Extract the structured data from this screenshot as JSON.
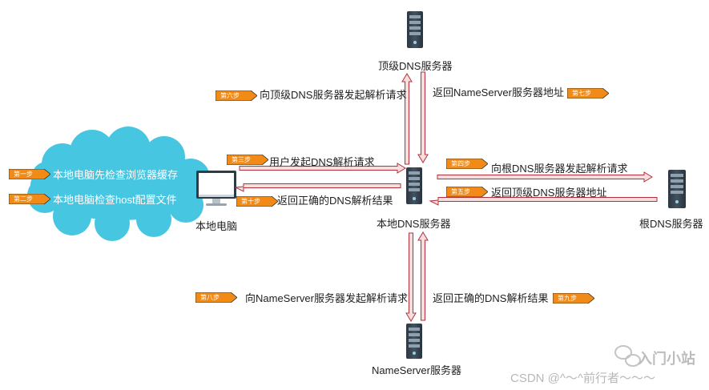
{
  "nodes": {
    "top_dns": "顶级DNS服务器",
    "local_dns": "本地DNS服务器",
    "root_dns": "根DNS服务器",
    "nameserver": "NameServer服务器",
    "local_pc": "本地电脑"
  },
  "cloud": {
    "line1": "本地电脑先检查浏览器缓存",
    "line2": "本地电脑检查host配置文件"
  },
  "steps": {
    "s1": {
      "badge": "第一步"
    },
    "s2": {
      "badge": "第二步"
    },
    "s3": {
      "badge": "第三步",
      "text": "用户发起DNS解析请求"
    },
    "s4": {
      "badge": "第四步",
      "text": "向根DNS服务器发起解析请求"
    },
    "s5": {
      "badge": "第五步",
      "text": "返回顶级DNS服务器地址"
    },
    "s6": {
      "badge": "第六步",
      "text": "向顶级DNS服务器发起解析请求"
    },
    "s7": {
      "badge": "第七步",
      "text": "返回NameServer服务器地址"
    },
    "s8": {
      "badge": "第八步",
      "text": "向NameServer服务器发起解析请求"
    },
    "s9": {
      "badge": "第九步",
      "text": "返回正确的DNS解析结果"
    },
    "s10": {
      "badge": "第十步",
      "text": "返回正确的DNS解析结果"
    }
  },
  "watermark": {
    "brand": "入门小站",
    "csdn": "CSDN @^～^前行者～～～"
  },
  "colors": {
    "arrow_fill": "#f6dede",
    "arrow_stroke": "#b2303a",
    "cloud": "#47c6e2",
    "badge": "#f18a16"
  }
}
